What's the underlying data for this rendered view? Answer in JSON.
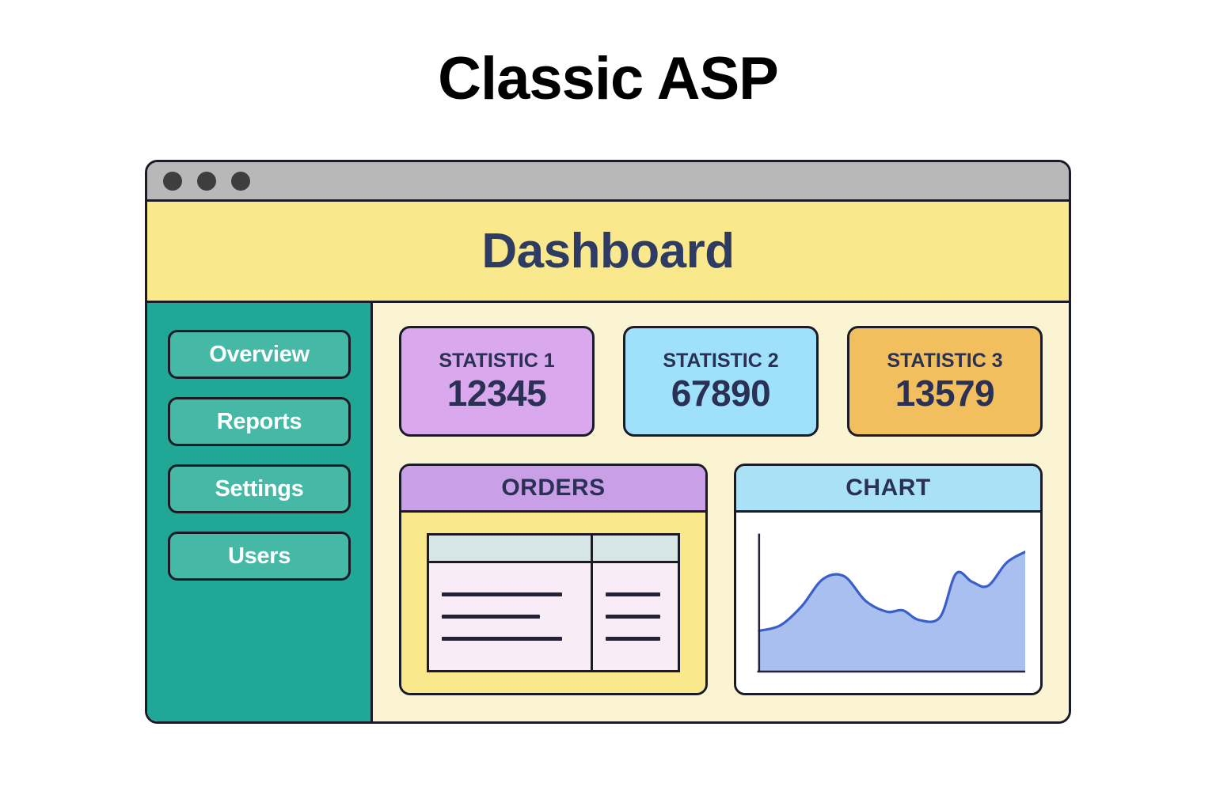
{
  "page": {
    "title": "Classic ASP"
  },
  "window": {
    "titlebar": {
      "dots": [
        "close-dot",
        "minimize-dot",
        "maximize-dot"
      ]
    },
    "header": {
      "title": "Dashboard"
    }
  },
  "sidebar": {
    "items": [
      {
        "label": "Overview"
      },
      {
        "label": "Reports"
      },
      {
        "label": "Settings"
      },
      {
        "label": "Users"
      }
    ]
  },
  "stats": [
    {
      "label": "STATISTIC 1",
      "value": "12345",
      "color": "#d9a8ed"
    },
    {
      "label": "STATISTIC 2",
      "value": "67890",
      "color": "#9fe1fb"
    },
    {
      "label": "STATISTIC 3",
      "value": "13579",
      "color": "#f2bf5e"
    }
  ],
  "panels": {
    "orders": {
      "title": "ORDERS",
      "header_color": "#c9a0e8",
      "table": {
        "columns": [
          "",
          ""
        ],
        "rows": [
          {
            "main": "",
            "side": ""
          },
          {
            "main": "",
            "side": ""
          },
          {
            "main": "",
            "side": ""
          }
        ]
      }
    },
    "chart": {
      "title": "CHART",
      "header_color": "#a9e1f6"
    }
  },
  "chart_data": {
    "type": "area",
    "title": "CHART",
    "xlabel": "",
    "ylabel": "",
    "xlim": [
      0,
      100
    ],
    "ylim": [
      0,
      100
    ],
    "grid": false,
    "legend": false,
    "line_color": "#3a5fc8",
    "fill_color": "#a8bff0",
    "x": [
      0,
      8,
      16,
      24,
      32,
      40,
      48,
      54,
      60,
      68,
      74,
      80,
      86,
      93,
      100
    ],
    "y": [
      30,
      34,
      48,
      68,
      70,
      52,
      44,
      45,
      38,
      40,
      72,
      66,
      63,
      80,
      88
    ]
  }
}
